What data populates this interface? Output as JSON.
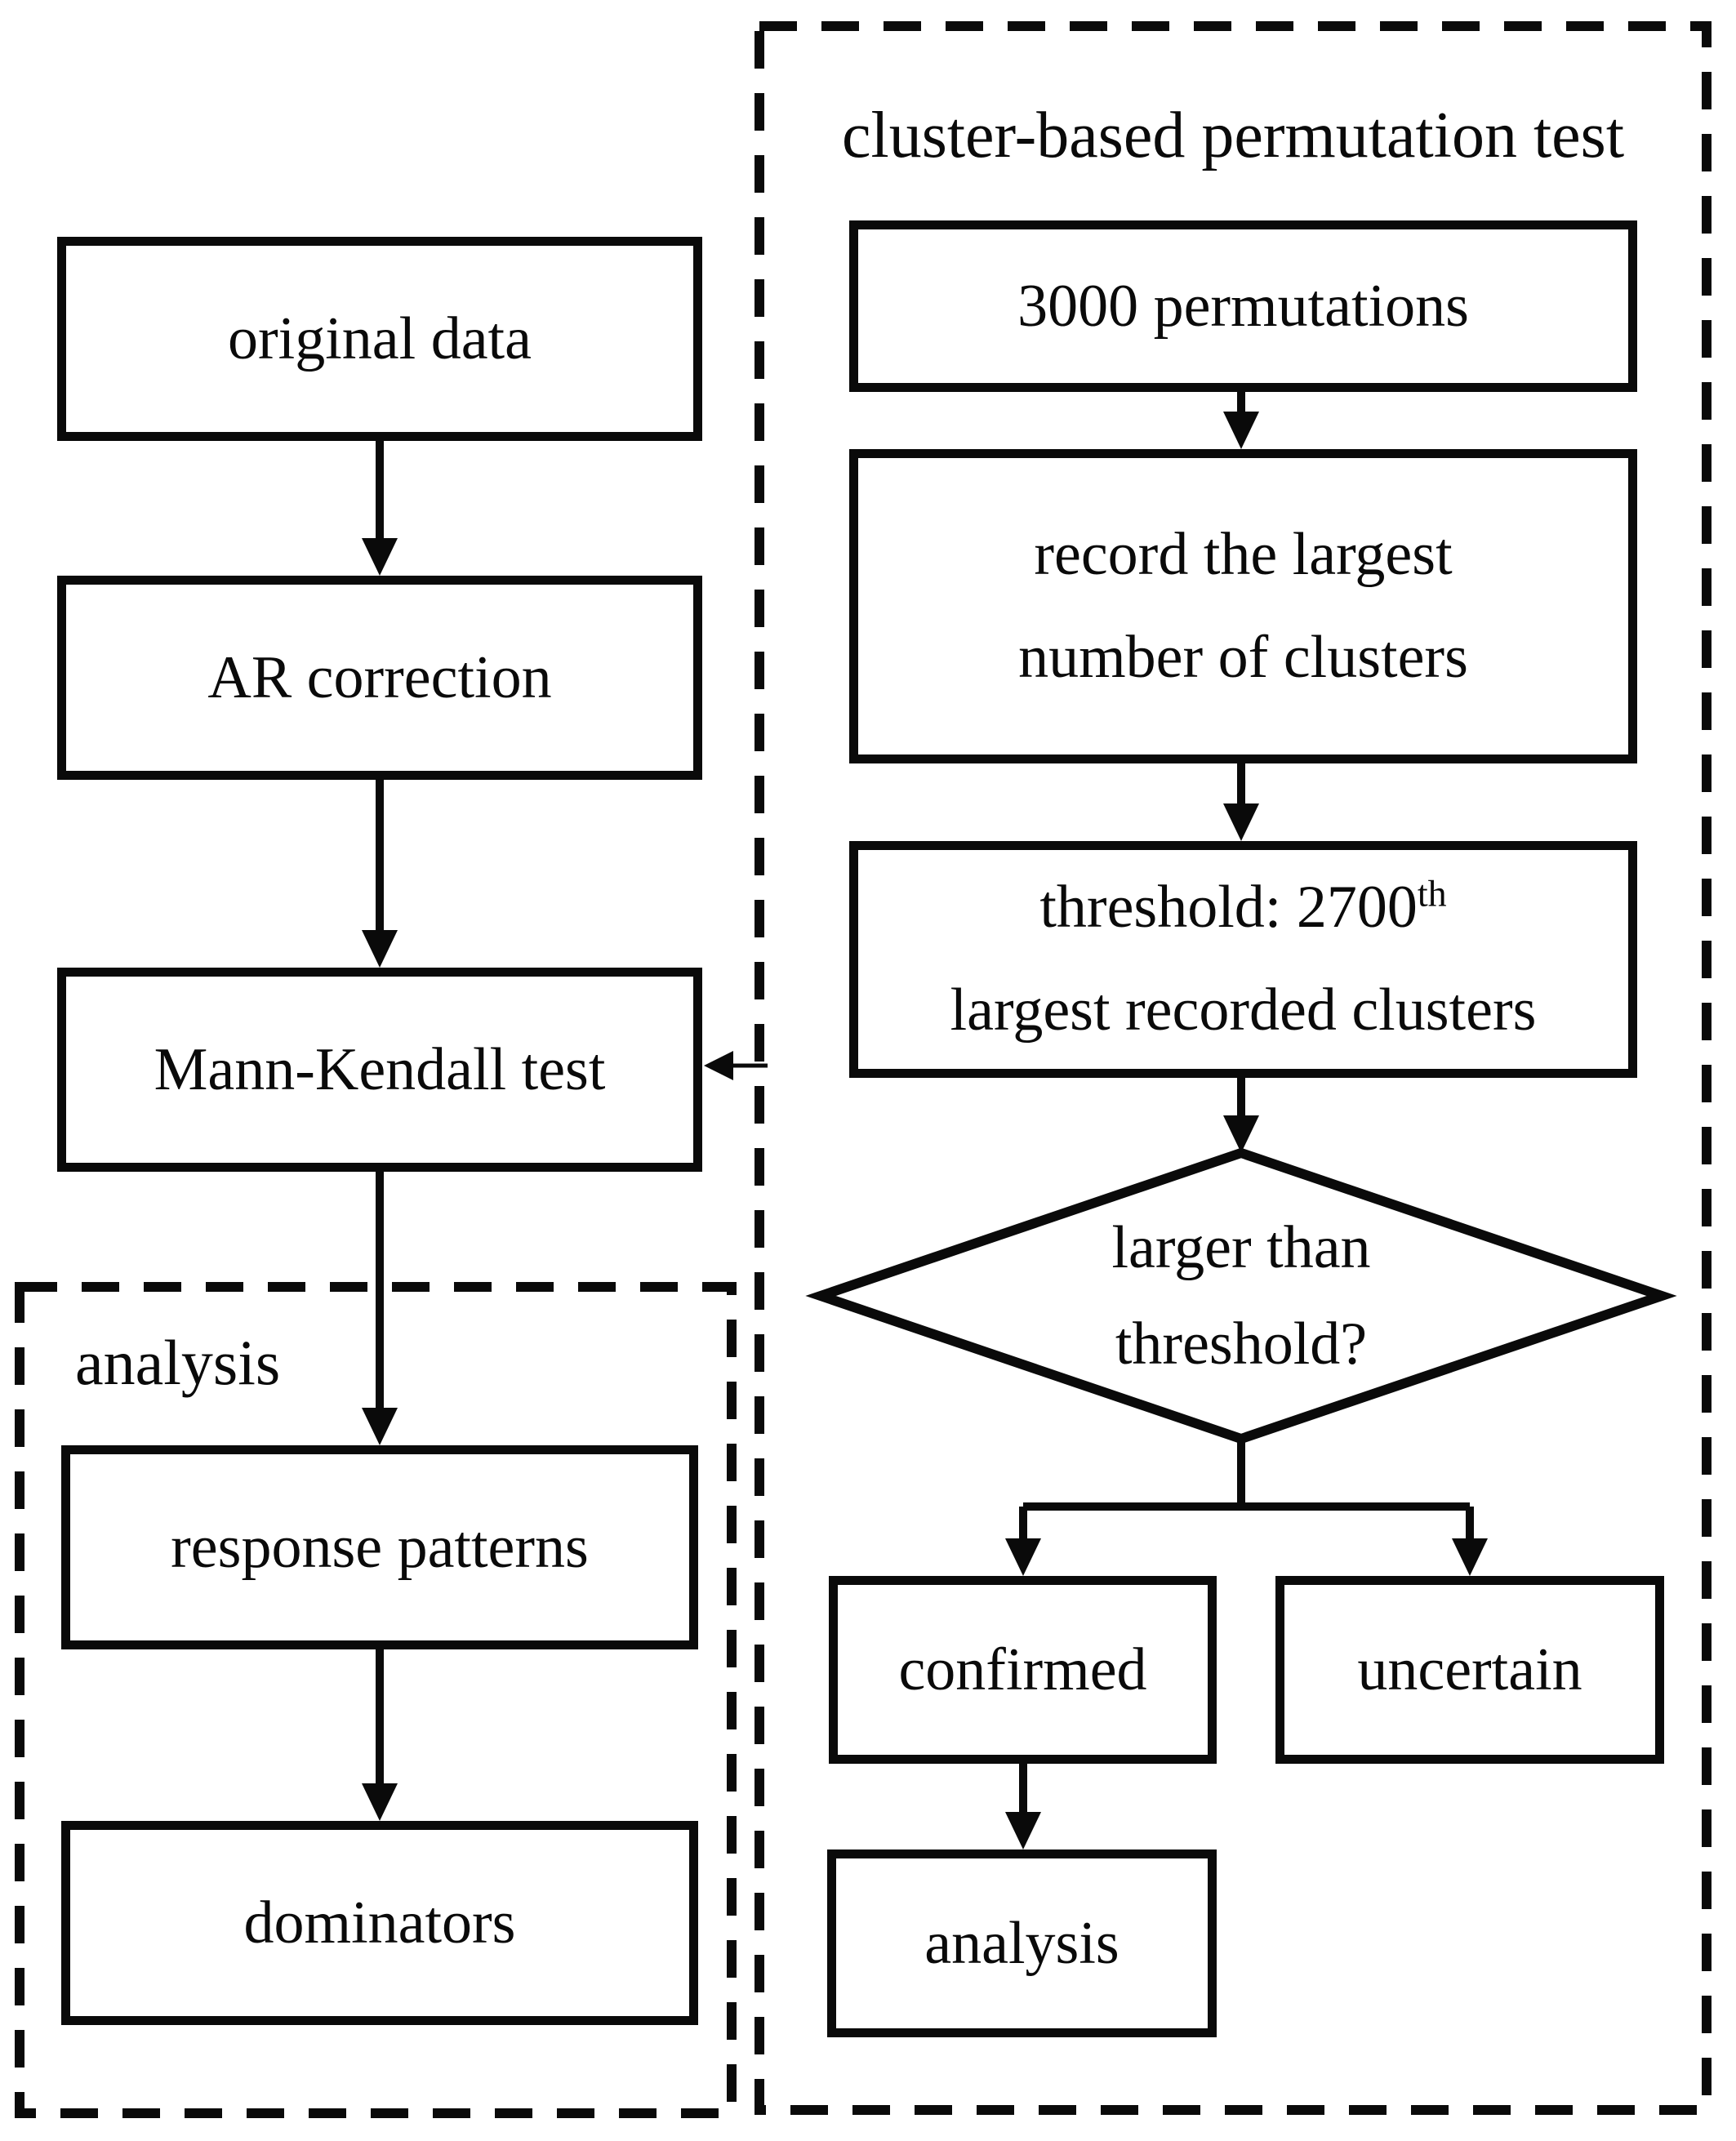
{
  "diagram": {
    "left_flow": {
      "original_data": "original data",
      "ar_correction": "AR correction",
      "mann_kendall": "Mann-Kendall test"
    },
    "analysis_group": {
      "label": "analysis",
      "response_patterns": "response patterns",
      "dominators": "dominators"
    },
    "permutation_group": {
      "title": "cluster-based permutation test",
      "permutations": "3000 permutations",
      "record_line1": "record the largest",
      "record_line2": "number of clusters",
      "threshold_line1": "threshold: 2700",
      "threshold_sup": "th",
      "threshold_line2": "largest recorded clusters",
      "decision_line1": "larger than",
      "decision_line2": "threshold?",
      "confirmed": "confirmed",
      "uncertain": "uncertain",
      "analysis": "analysis"
    },
    "colors": {
      "line": "#0a0a0a",
      "background": "#ffffff"
    }
  }
}
